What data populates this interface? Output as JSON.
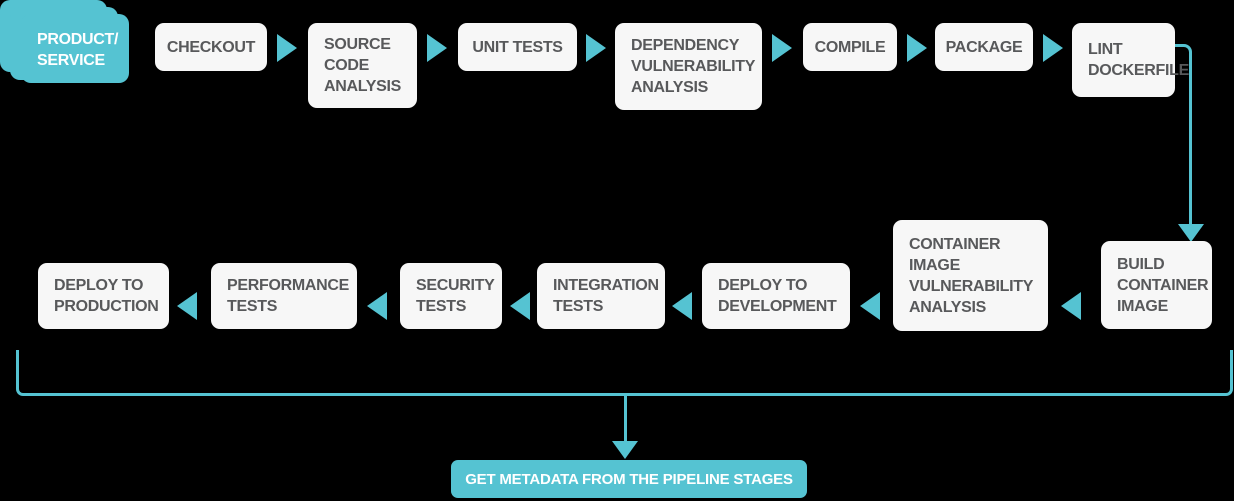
{
  "palette": {
    "teal": "#55c3d2",
    "box_bg": "#f7f7f7",
    "box_text": "#58595b",
    "background": "#000000",
    "white": "#ffffff"
  },
  "start": {
    "label": "PRODUCT/\nSERVICE"
  },
  "top_row": [
    {
      "label": "CHECKOUT"
    },
    {
      "label": "SOURCE\nCODE\nANALYSIS"
    },
    {
      "label": "UNIT TESTS"
    },
    {
      "label": "DEPENDENCY\nVULNERABILITY\nANALYSIS"
    },
    {
      "label": "COMPILE"
    },
    {
      "label": "PACKAGE"
    },
    {
      "label": "LINT\nDOCKERFILE"
    }
  ],
  "bottom_row": [
    {
      "label": "DEPLOY TO\nPRODUCTION"
    },
    {
      "label": "PERFORMANCE\nTESTS"
    },
    {
      "label": "SECURITY\nTESTS"
    },
    {
      "label": "INTEGRATION\nTESTS"
    },
    {
      "label": "DEPLOY TO\nDEVELOPMENT"
    },
    {
      "label": "CONTAINER\nIMAGE\nVULNERABILITY\nANALYSIS"
    },
    {
      "label": "BUILD\nCONTAINER\nIMAGE"
    }
  ],
  "footer": {
    "label": "GET METADATA FROM THE PIPELINE STAGES"
  }
}
